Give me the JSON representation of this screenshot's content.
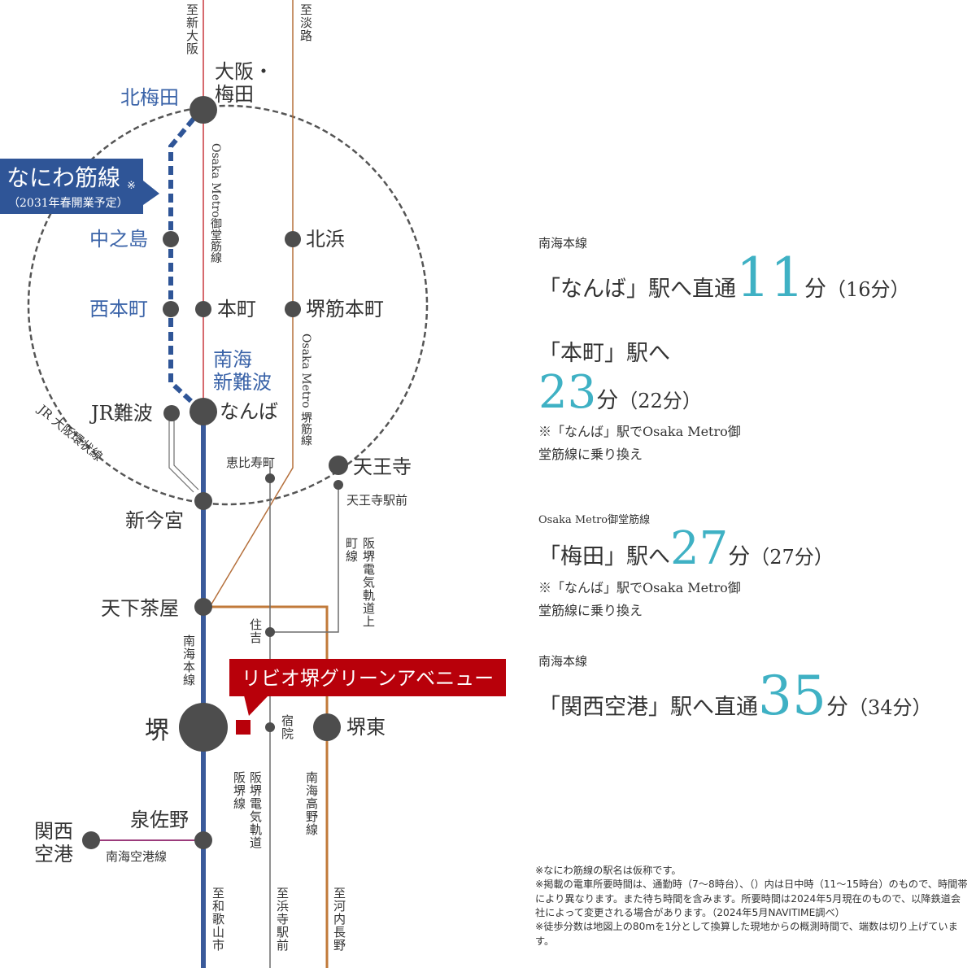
{
  "colors": {
    "midosuji": "#c8383e",
    "sakaisuji": "#b5703c",
    "nankai_main": "#3a5a9a",
    "naniwa": "#2f5597",
    "koya": "#c17a3a",
    "hankai": "#6d6d6d",
    "airport_line": "#9b3b7b",
    "accent_number": "#3fb1c4",
    "highlight": "#b8000a"
  },
  "directions": {
    "shin_osaka": "至新大阪",
    "awaji": "至淡路",
    "wakayama": "至和歌山市",
    "hamadera": "至浜寺駅前",
    "kawachinagano": "至河内長野"
  },
  "lines": {
    "naniwa_title": "なにわ筋線",
    "naniwa_mark": "※",
    "naniwa_note": "（2031年春開業予定）",
    "midosuji": "Osaka Metro御堂筋線",
    "sakaisuji": "Osaka Metro 堺筋線",
    "loop": "JR 大阪環状線",
    "nankai_main": "南海本線",
    "koya": "南海高野線",
    "uemachi": "阪堺電気軌道上町線",
    "hankai_a": "阪堺電気軌道",
    "hankai_b": "阪堺線",
    "airport": "南海空港線"
  },
  "stations": {
    "kitaumeda": "北梅田",
    "osaka_umeda": "大阪・梅田",
    "nakanoshima": "中之島",
    "kitahama": "北浜",
    "nishihonmachi": "西本町",
    "honmachi": "本町",
    "sakaisuji_honmachi": "堺筋本町",
    "nankai_shinnamba": "南海新難波",
    "jr_namba": "JR難波",
    "namba": "なんば",
    "ebisucho": "恵比寿町",
    "tennoji": "天王寺",
    "tennoji_ekimae": "天王寺駅前",
    "shin_imamiya": "新今宮",
    "tengachaya": "天下茶屋",
    "sumiyoshi": "住吉",
    "sakai": "堺",
    "shukuin": "宿院",
    "sakaihigashi": "堺東",
    "izumisano": "泉佐野",
    "kansai_airport": "関西空港"
  },
  "property": "リビオ堺グリーンアベニュー",
  "routes": [
    {
      "line": "南海本線",
      "prefix": "「なんば」駅へ直通",
      "minutes": "11",
      "unit": "分",
      "paren": "（16分）"
    },
    {
      "line": "",
      "prefix": "「本町」駅へ",
      "minutes": "23",
      "unit": "分",
      "paren": "（22分）",
      "note1": "※「なんば」駅でOsaka Metro御",
      "note2": "堂筋線に乗り換え"
    },
    {
      "line": "Osaka Metro御堂筋線",
      "prefix": "「梅田」駅へ",
      "minutes": "27",
      "unit": "分",
      "paren": "（27分）",
      "note1": "※「なんば」駅でOsaka Metro御",
      "note2": "堂筋線に乗り換え"
    },
    {
      "line": "南海本線",
      "prefix": "「関西空港」駅へ直通",
      "minutes": "35",
      "unit": "分",
      "paren": "（34分）"
    }
  ],
  "footnotes": [
    "※なにわ筋線の駅名は仮称です。",
    "※掲載の電車所要時間は、通勤時（7〜8時台）、（）内は日中時（11〜15時台）のもので、時間帯により異なります。また待ち時間を含みます。所要時間は2024年5月現在のもので、以降鉄道会社によって変更される場合があります。（2024年5月NAVITIME調べ）",
    "※徒歩分数は地図上の80mを1分として換算した現地からの概測時間で、端数は切り上げています。"
  ]
}
